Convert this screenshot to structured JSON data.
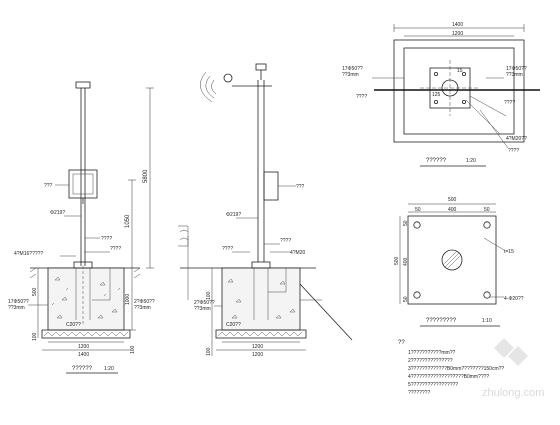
{
  "drawing": {
    "view1": {
      "title": "??????",
      "scale": "1:20",
      "dim_total": "5800",
      "dim_mid": "1050",
      "dim_base": "1000",
      "dim_top_footing": "100",
      "dim_bottom_footing": "100",
      "dim_plate_side": "500",
      "dim_width_inner": "1200",
      "dim_width_outer": "1400",
      "label_box": "???",
      "label_pipe": "Φ219?",
      "label_conduit": "????",
      "label_anchor": "4?M16?????",
      "label_rebar": "????",
      "label_mesh": "17Φ50??\n??3mm",
      "label_mesh_right": "2?Φ50??\n??3mm",
      "label_c20": "C20??"
    },
    "view2": {
      "label_box": "???",
      "label_pipe": "Φ219?",
      "label_conduit": "????",
      "label_anchor": "4?M20",
      "label_rebar": "????",
      "label_mesh": "2?Φ50??\n??3mm",
      "label_c20": "C20??",
      "dim_top": "100",
      "dim_width_inner": "1200",
      "dim_width_outer": "1200",
      "dim_bottom": "100"
    },
    "plan": {
      "dim_outer": "1400",
      "dim_inner": "1200",
      "label_left": "17Φ50??\n??3mm",
      "label_right": "17Φ50??\n??3mm",
      "label_rebar": "4?M20??",
      "label_cross": "????",
      "label_left2": "????",
      "label_15": "15",
      "label_125": "125",
      "title": "??????",
      "scale": "1:20"
    },
    "plate": {
      "dim_total": "500",
      "dim_left": "50",
      "dim_mid": "400",
      "dim_right": "50",
      "dim_height": "500",
      "dim_h_mid": "400",
      "dim_h_top": "50",
      "dim_h_bot": "50",
      "label_thick": "t=15",
      "label_holes": "4-Φ20??",
      "title": "?????????",
      "scale": "1:10"
    },
    "notes": {
      "head": "??",
      "lines": [
        "1???????????mm??",
        "2???????????????",
        "3?????????????B0mm????????150cm??",
        "4???????????????????B0mm????",
        "5?????????????????",
        "  ????????"
      ]
    },
    "watermark": "zhulong.com"
  }
}
